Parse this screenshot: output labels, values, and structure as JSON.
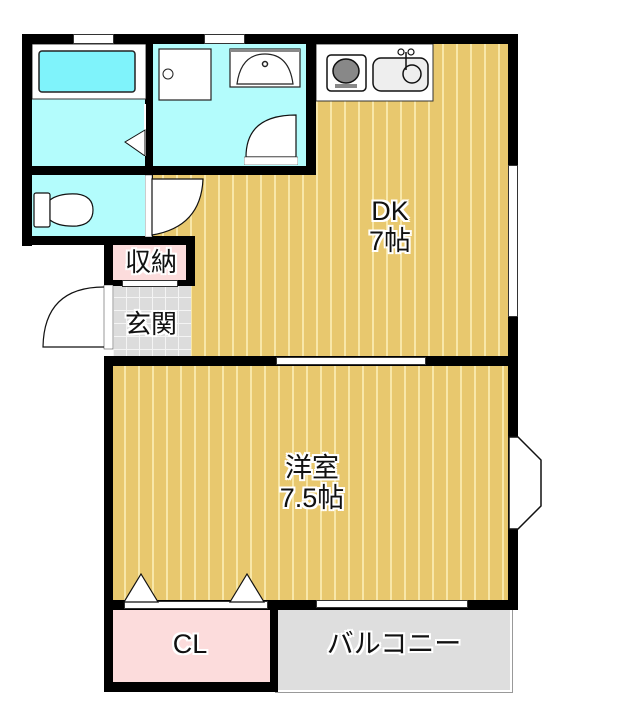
{
  "floorplan": {
    "rooms": {
      "dk": {
        "name": "DK",
        "size": "7帖"
      },
      "western": {
        "name": "洋室",
        "size": "7.5帖"
      },
      "storage": {
        "name": "収納"
      },
      "entrance": {
        "name": "玄関"
      },
      "closet": {
        "name": "CL"
      },
      "balcony": {
        "name": "バルコニー"
      }
    },
    "fixtures": [
      "bathtub-icon",
      "washbasin-icon",
      "washing-machine-pan-icon",
      "toilet-icon",
      "stove-icon",
      "kitchen-sink-icon"
    ],
    "colors": {
      "wall": "#000000",
      "floor_wood": "#e8c86e",
      "wet_area": "#b3fcfc",
      "entrance_tile": "#dcdcdc",
      "closet": "#fcdcdc",
      "balcony": "#dedede"
    }
  }
}
